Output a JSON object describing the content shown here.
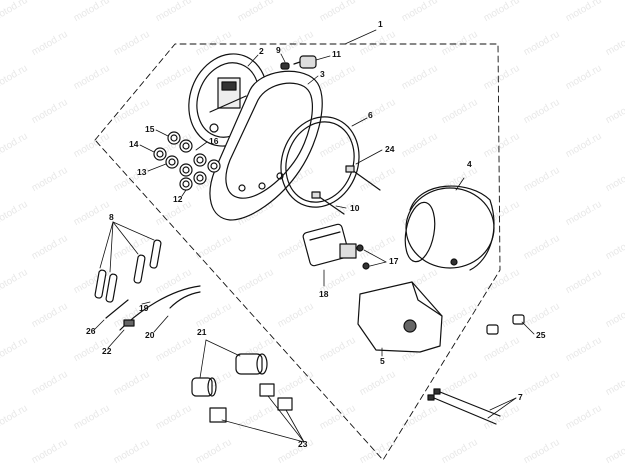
{
  "watermark": "motod.ru",
  "callouts": [
    {
      "id": "c1",
      "text": "1"
    },
    {
      "id": "c2",
      "text": "2"
    },
    {
      "id": "c3",
      "text": "3"
    },
    {
      "id": "c4",
      "text": "4"
    },
    {
      "id": "c5",
      "text": "5"
    },
    {
      "id": "c6",
      "text": "6"
    },
    {
      "id": "c7",
      "text": "7"
    },
    {
      "id": "c8",
      "text": "8"
    },
    {
      "id": "c9",
      "text": "9"
    },
    {
      "id": "c10",
      "text": "10"
    },
    {
      "id": "c11",
      "text": "11"
    },
    {
      "id": "c12",
      "text": "12"
    },
    {
      "id": "c13",
      "text": "13"
    },
    {
      "id": "c14",
      "text": "14"
    },
    {
      "id": "c15",
      "text": "15"
    },
    {
      "id": "c16",
      "text": "16"
    },
    {
      "id": "c17",
      "text": "17"
    },
    {
      "id": "c18",
      "text": "18"
    },
    {
      "id": "c19",
      "text": "19"
    },
    {
      "id": "c20",
      "text": "20"
    },
    {
      "id": "c21",
      "text": "21"
    },
    {
      "id": "c22",
      "text": "22"
    },
    {
      "id": "c23",
      "text": "23"
    },
    {
      "id": "c24",
      "text": "24"
    },
    {
      "id": "c25",
      "text": "25"
    },
    {
      "id": "c26",
      "text": "26"
    }
  ]
}
